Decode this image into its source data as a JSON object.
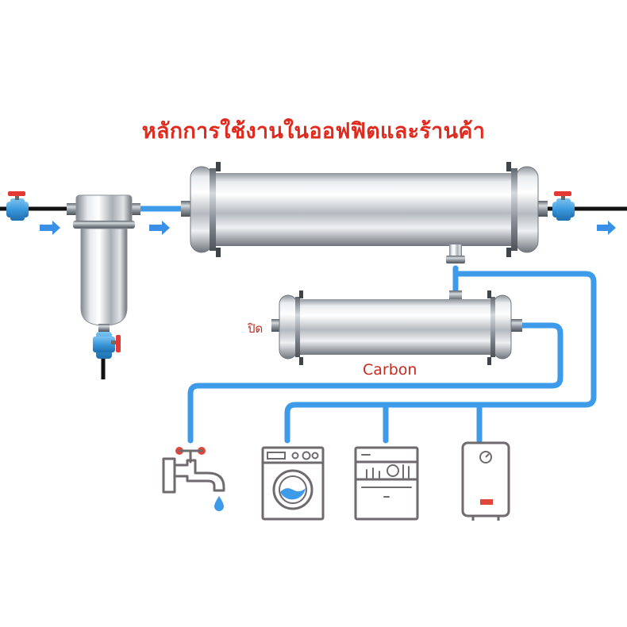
{
  "diagram": {
    "title": "หลักการใช้งานในออฟฟิตและร้านค้า",
    "labels": {
      "closed": "ปิด",
      "carbon": "Carbon"
    },
    "colors": {
      "pipe_blue": "#3e9be9",
      "arrow_blue": "#3a8fe6",
      "title_red": "#e02a1e",
      "valve_red": "#e53935",
      "icon_gray": "#6e6a6e",
      "steel": "#c9cdd2"
    },
    "icons": [
      "faucet-icon",
      "washing-machine-icon",
      "dishwasher-icon",
      "water-heater-icon"
    ]
  }
}
